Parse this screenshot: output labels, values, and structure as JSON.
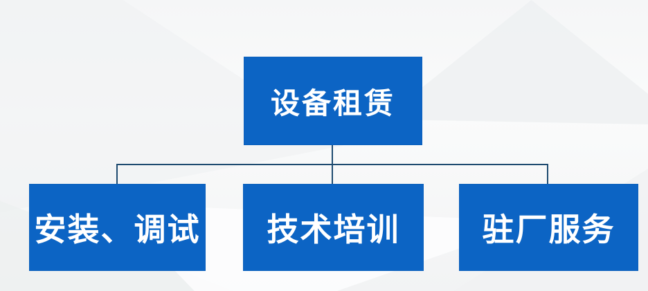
{
  "diagram": {
    "type": "org-chart-tree",
    "root": {
      "label": "设备租赁"
    },
    "children": [
      {
        "label": "安装、调试"
      },
      {
        "label": "技术培训"
      },
      {
        "label": "驻厂服务"
      }
    ]
  },
  "colors": {
    "node_fill": "#0c64c4",
    "node_text": "#ffffff",
    "connector": "#1e4b70",
    "background": "#f5f6f7"
  }
}
